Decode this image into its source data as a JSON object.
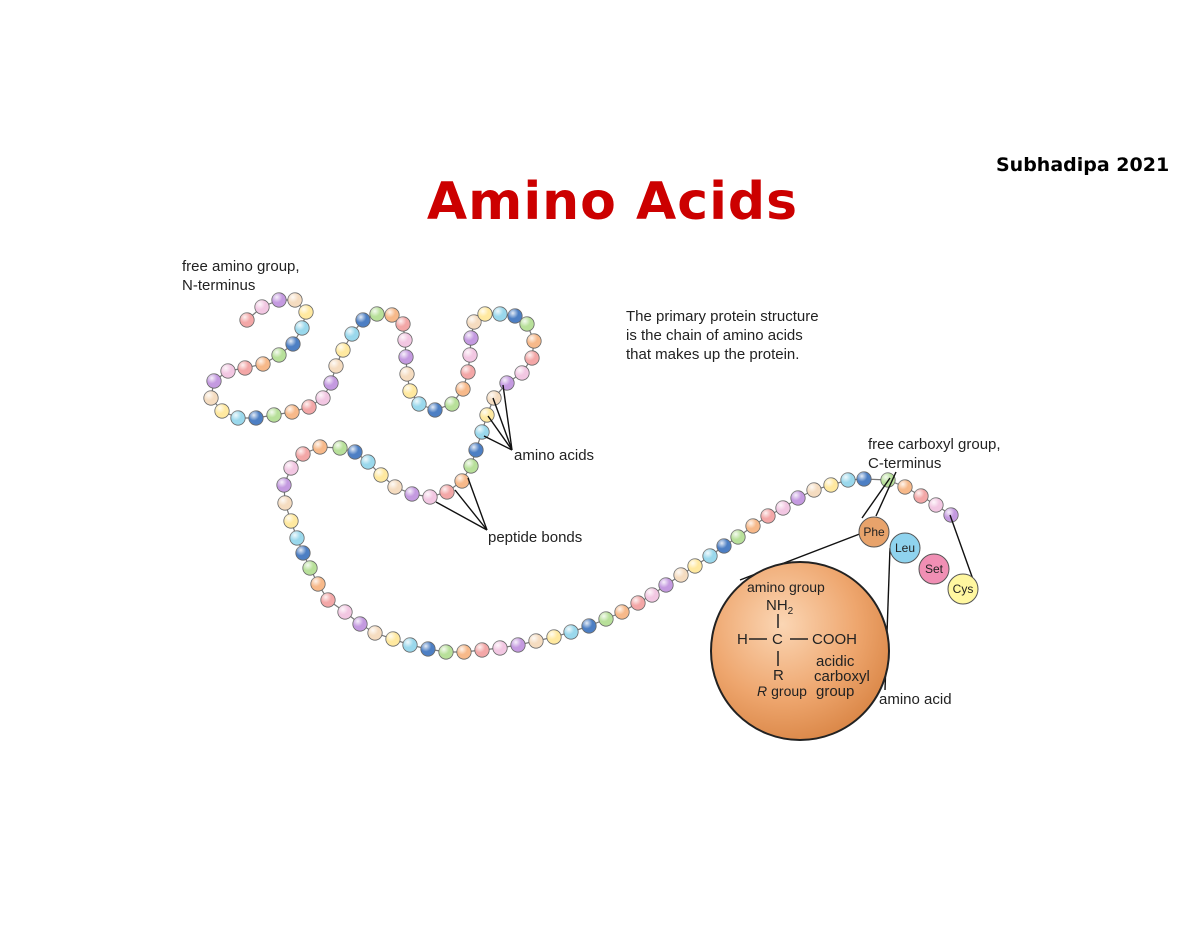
{
  "author": "Subhadipa 2021",
  "title": "Amino Acids",
  "labels": {
    "n_terminus": [
      "free amino group,",
      "N-terminus"
    ],
    "c_terminus": [
      "free carboxyl group,",
      "C-terminus"
    ],
    "amino_acids": "amino acids",
    "peptide_bonds": "peptide bonds",
    "amino_acid": "amino acid"
  },
  "description": [
    "The primary protein structure",
    "is the chain of amino acids",
    "that makes up the protein."
  ],
  "residues": [
    "Phe",
    "Leu",
    "Set",
    "Cys"
  ],
  "structure": {
    "amino_group": "amino group",
    "nh2": "NH",
    "nh2_sub": "2",
    "h": "H",
    "c": "C",
    "cooh": "COOH",
    "r": "R",
    "r_group_italic": "R",
    "r_group": "group",
    "acidic": "acidic",
    "carboxyl": "carboxyl",
    "group": "group"
  },
  "colors": {
    "title": "#cc0000",
    "bead_palette": [
      "#f5dcc0",
      "#9ad8ec",
      "#b8e09a",
      "#f3a7a7",
      "#c49ae0",
      "#ffe9a0",
      "#4d7fc4",
      "#f7b98a",
      "#f2c7e2"
    ],
    "large_circle": "#e89a5e",
    "phe": "#e8a36b",
    "leu": "#8fd3ee",
    "set": "#f08fb4",
    "cys": "#fff7a0"
  }
}
